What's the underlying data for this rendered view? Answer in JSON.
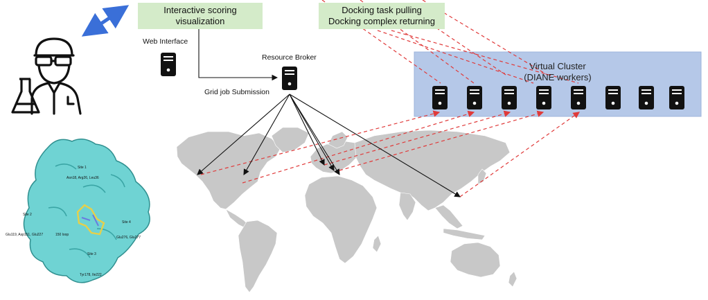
{
  "top_box_left": {
    "line1": "Interactive scoring",
    "line2": "visualization"
  },
  "top_box_right": {
    "line1": "Docking task pulling",
    "line2": "Docking complex returning"
  },
  "web_interface_label": "Web Interface",
  "resource_broker_label": "Resource Broker",
  "grid_submission_label": "Grid job Submission",
  "cluster": {
    "title_line1": "Virtual Cluster",
    "title_line2": "(DIANE workers)"
  },
  "protein_labels": {
    "site1": "Site 1",
    "site2": "Site 2",
    "site3": "Site 3",
    "site4": "Site 4",
    "res_top": "Asn18, Arg26, Leu36",
    "res_left": "Glu119, Asp151, Glu227",
    "res_right": "Glu276, Glu277",
    "res_bottom": "Tyr178, Ile222",
    "res_center": "150 loop"
  },
  "colors": {
    "green_box": "#d4ebc9",
    "cluster_bg": "#b5c8e8",
    "map_land": "#c8c8c8",
    "protein": "#6fd3d3",
    "arrow_black": "#111111",
    "arrow_red": "#e03a3a",
    "double_arrow": "#3a6fd8"
  },
  "icons": [
    "scientist-icon",
    "flask-icon",
    "server-icon",
    "double-arrow-icon"
  ]
}
